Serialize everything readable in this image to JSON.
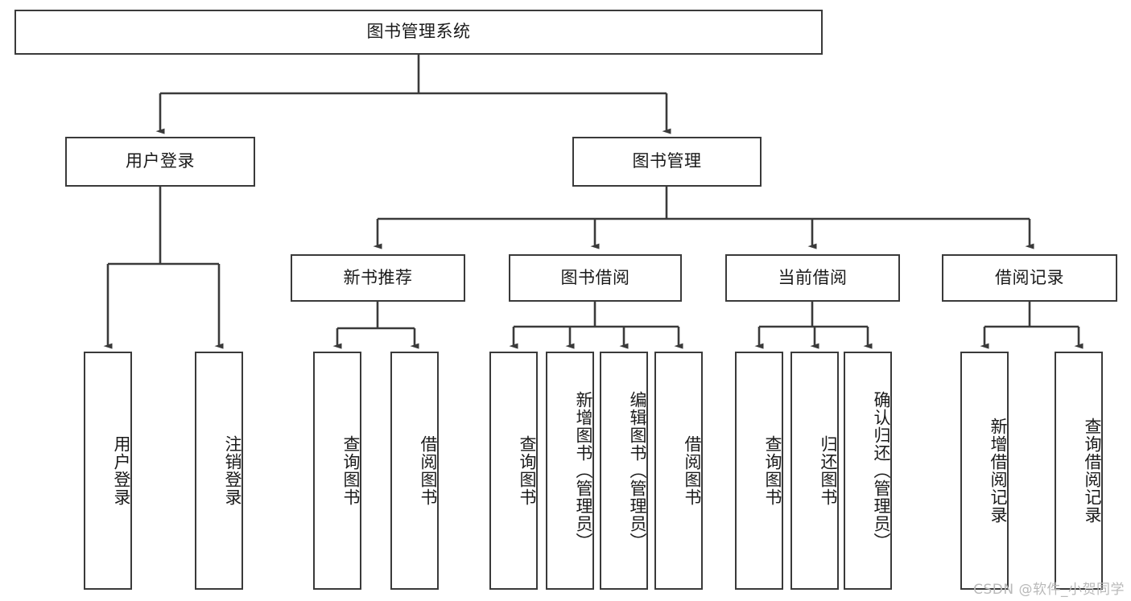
{
  "diagram": {
    "title": "图书管理系统",
    "type": "tree",
    "watermark": "CSDN @软件_小贺同学",
    "colors": {
      "border": "#3a3a3a",
      "background": "#ffffff",
      "text": "#1a1a1a",
      "edge": "#3a3a3a",
      "watermark": "#b9b9b9"
    },
    "nodes": {
      "root": {
        "label": "图书管理系统"
      },
      "level2": [
        {
          "id": "user-login",
          "label": "用户登录"
        },
        {
          "id": "book-manage",
          "label": "图书管理"
        }
      ],
      "level3": [
        {
          "id": "new-book-recommend",
          "label": "新书推荐"
        },
        {
          "id": "book-borrow",
          "label": "图书借阅"
        },
        {
          "id": "current-borrow",
          "label": "当前借阅"
        },
        {
          "id": "borrow-record",
          "label": "借阅记录"
        }
      ],
      "leaves": {
        "user-login": [
          {
            "id": "leaf-user-login",
            "label": "用户登录"
          },
          {
            "id": "leaf-logout-login",
            "label": "注销登录"
          }
        ],
        "new-book-recommend": [
          {
            "id": "leaf-query-book-1",
            "label": "查询图书"
          },
          {
            "id": "leaf-borrow-book-1",
            "label": "借阅图书"
          }
        ],
        "book-borrow": [
          {
            "id": "leaf-query-book-2",
            "label": "查询图书"
          },
          {
            "id": "leaf-add-book",
            "label": "新增图书（管理员）"
          },
          {
            "id": "leaf-edit-book",
            "label": "编辑图书（管理员）"
          },
          {
            "id": "leaf-borrow-book-2",
            "label": "借阅图书"
          }
        ],
        "current-borrow": [
          {
            "id": "leaf-query-book-3",
            "label": "查询图书"
          },
          {
            "id": "leaf-return-book",
            "label": "归还图书"
          },
          {
            "id": "leaf-confirm-return",
            "label": "确认归还（管理员）"
          }
        ],
        "borrow-record": [
          {
            "id": "leaf-add-record",
            "label": "新增借阅记录"
          },
          {
            "id": "leaf-query-record",
            "label": "查询借阅记录"
          }
        ]
      }
    }
  }
}
